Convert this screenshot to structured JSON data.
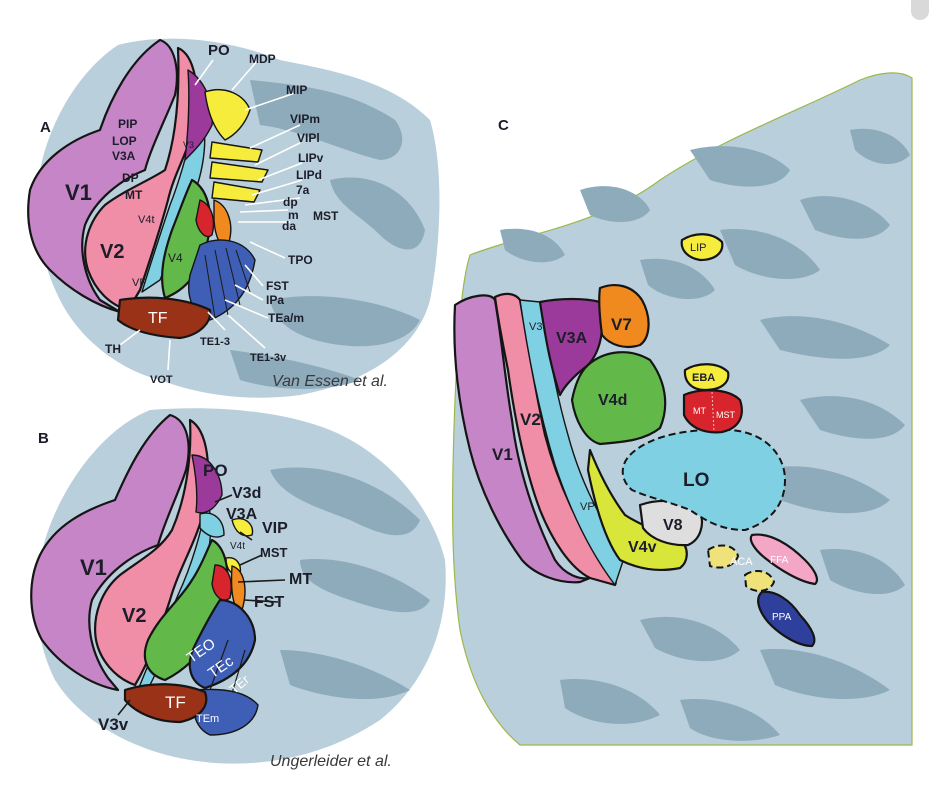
{
  "panels": {
    "a": {
      "letter": "A",
      "citation": "Van Essen et al.",
      "areas": {
        "v1": "V1",
        "v2": "V2",
        "vp": "VP",
        "v4": "V4",
        "v4t": "V4t",
        "tf": "TF",
        "po": "PO",
        "mdp": "MDP",
        "mip": "MIP",
        "vipm": "VIPm",
        "vipl": "VIPl",
        "lipv": "LIPv",
        "lipd": "LIPd",
        "a7a": "7a",
        "dp": "dp",
        "m": "m",
        "da": "da",
        "mst": "MST",
        "pip": "PIP",
        "lop": "LOP",
        "v3a": "V3A",
        "dp2": "DP",
        "mt": "MT",
        "v3": "V3",
        "tpo": "TPO",
        "fst": "FST",
        "ipa": "IPa",
        "team": "TEa/m",
        "te13": "TE1-3",
        "te13v": "TE1-3v",
        "th": "TH",
        "vot": "VOT"
      }
    },
    "b": {
      "letter": "B",
      "citation": "Ungerleider et al.",
      "areas": {
        "v1": "V1",
        "v2": "V2",
        "po": "PO",
        "v3d": "V3d",
        "v3a": "V3A",
        "vip": "VIP",
        "v4t": "V4t",
        "mst": "MST",
        "mt": "MT",
        "fst": "FST",
        "teo": "TEO",
        "tec": "TEc",
        "ter": "TEr",
        "tf": "TF",
        "tem": "TEm",
        "v3v": "V3v"
      }
    },
    "c": {
      "letter": "C",
      "areas": {
        "lip": "LIP",
        "v3": "V3",
        "v3a": "V3A",
        "v7": "V7",
        "v1": "V1",
        "v2": "V2",
        "v4d": "V4d",
        "eba": "EBA",
        "mt": "MT",
        "mst": "MST",
        "lo": "LO",
        "vp": "VP",
        "v8": "V8",
        "v4v": "V4v",
        "aca": "ACA",
        "ffa": "FFA",
        "ppa": "PPA"
      }
    }
  },
  "colors": {
    "cortex_light": "#b9cfdb",
    "cortex_dark": "#8eabbc",
    "v1": "#c585c7",
    "v2": "#f08ea8",
    "v3": "#7fd0e2",
    "v3a": "#9c3a9c",
    "v4": "#62b94a",
    "mt": "#d8242c",
    "fst": "#f08a1e",
    "parietal": "#f5ec3c",
    "te": "#3e5fb5",
    "tf": "#9a3218",
    "lo": "#7fd0e2",
    "v8": "#dedede",
    "v4v": "#d8e63a",
    "ppa": "#2f3f9c",
    "ffa": "#f3a6c6",
    "aca": "#efe27a"
  }
}
